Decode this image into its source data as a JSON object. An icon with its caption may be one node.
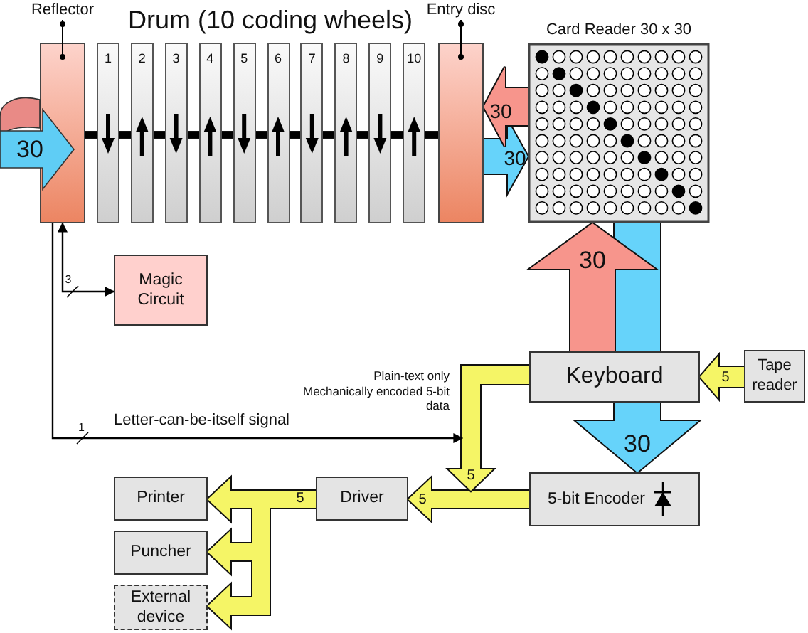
{
  "diagram": {
    "title": "Drum (10 coding wheels)",
    "nodes": [
      {
        "text": [
          "Reflector"
        ]
      },
      {
        "text": [
          "1"
        ]
      },
      {
        "text": [
          "2"
        ]
      },
      {
        "text": [
          "3"
        ]
      },
      {
        "text": [
          "4"
        ]
      },
      {
        "text": [
          "5"
        ]
      },
      {
        "text": [
          "6"
        ]
      },
      {
        "text": [
          "7"
        ]
      },
      {
        "text": [
          "8"
        ]
      },
      {
        "text": [
          "9"
        ]
      },
      {
        "text": [
          "10"
        ]
      },
      {
        "text": [
          "Entry disc"
        ]
      },
      {
        "text": [
          "Card Reader 30 x 30"
        ]
      },
      {
        "text": [
          "Magic Circuit"
        ]
      },
      {
        "text": [
          "Keyboard"
        ]
      },
      {
        "text": [
          "Tape reader"
        ]
      },
      {
        "text": [
          "5-bit Encoder"
        ]
      },
      {
        "text": [
          "Driver"
        ]
      },
      {
        "text": [
          "Printer"
        ]
      },
      {
        "text": [
          "Puncher"
        ]
      },
      {
        "text": [
          "External device"
        ]
      }
    ],
    "edges": [
      {
        "from": 0,
        "to": 13,
        "arrow": "both",
        "label": "3",
        "color": "#000000"
      },
      {
        "from": 0,
        "to": null,
        "arrow": "to",
        "label": "Letter-can-be-itself signal",
        "color": "#000000"
      },
      {
        "from": 0,
        "to": 11,
        "arrow": "none",
        "style": "thick",
        "color": "#000000"
      },
      {
        "from": 12,
        "to": 11,
        "arrow": "to",
        "label": "30",
        "style": "thick",
        "color": "#f7958c"
      },
      {
        "from": 11,
        "to": 12,
        "arrow": "to",
        "label": "30",
        "style": "thick",
        "color": "#66d3fa"
      },
      {
        "from": 14,
        "to": 12,
        "arrow": "to",
        "label": "30",
        "style": "thick",
        "color": "#f7958c"
      },
      {
        "from": 12,
        "to": 16,
        "arrow": "to",
        "label": "30",
        "style": "thick",
        "color": "#66d3fa"
      },
      {
        "from": 15,
        "to": 14,
        "arrow": "to",
        "label": "5",
        "style": "thick"
      },
      {
        "from": 14,
        "to": 17,
        "arrow": "to",
        "label": "5",
        "style": "thick"
      },
      {
        "from": 16,
        "to": 17,
        "arrow": "to",
        "label": "5",
        "style": "thick"
      },
      {
        "from": 17,
        "to": 18,
        "arrow": "to",
        "label": "5",
        "style": "thick"
      },
      {
        "from": 17,
        "to": 19,
        "arrow": "to",
        "style": "thick"
      },
      {
        "from": 17,
        "to": 20,
        "arrow": "to",
        "style": "thick"
      }
    ],
    "labels": [
      "30",
      "1",
      "Plain-text only Mechanically encoded 5-bit data"
    ]
  }
}
